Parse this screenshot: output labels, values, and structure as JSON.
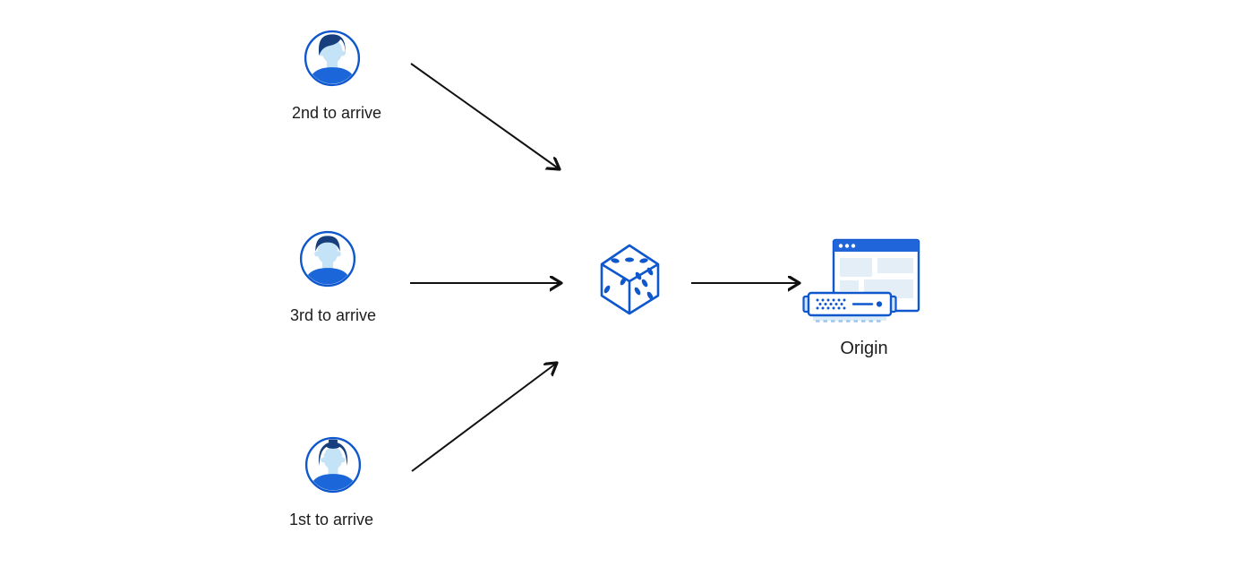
{
  "diagram": {
    "description_visible_text_only": true,
    "users": [
      {
        "id": "user-top",
        "label": "2nd to arrive",
        "avatar_icon": "person-avatar-icon",
        "variant": "man-swept-hair"
      },
      {
        "id": "user-middle",
        "label": "3rd to arrive",
        "avatar_icon": "person-avatar-icon",
        "variant": "man-short-hair"
      },
      {
        "id": "user-bottom",
        "label": "1st to arrive",
        "avatar_icon": "person-avatar-icon",
        "variant": "woman-hair-bun"
      }
    ],
    "router": {
      "id": "dice",
      "icon": "dice-icon",
      "pips": {
        "top_face": 3,
        "left_face": 2,
        "right_face": 5
      }
    },
    "origin": {
      "id": "origin",
      "label": "Origin",
      "icons": [
        "browser-window-icon",
        "server-icon"
      ]
    },
    "edges": [
      {
        "from": "user-top",
        "to": "dice"
      },
      {
        "from": "user-middle",
        "to": "dice"
      },
      {
        "from": "user-bottom",
        "to": "dice"
      },
      {
        "from": "dice",
        "to": "origin"
      }
    ],
    "colors": {
      "blue": "#0e57cd",
      "navy": "#173f7e",
      "skin": "#c4e3f6",
      "shirt": "#1b66d8",
      "panel": "#e4eef7",
      "titlebar": "#2066da",
      "bracket": "#cfe4f7",
      "base": "#dcecf9",
      "ink": "#111111",
      "label": "#1c1c1e",
      "bg": "#ffffff"
    }
  }
}
